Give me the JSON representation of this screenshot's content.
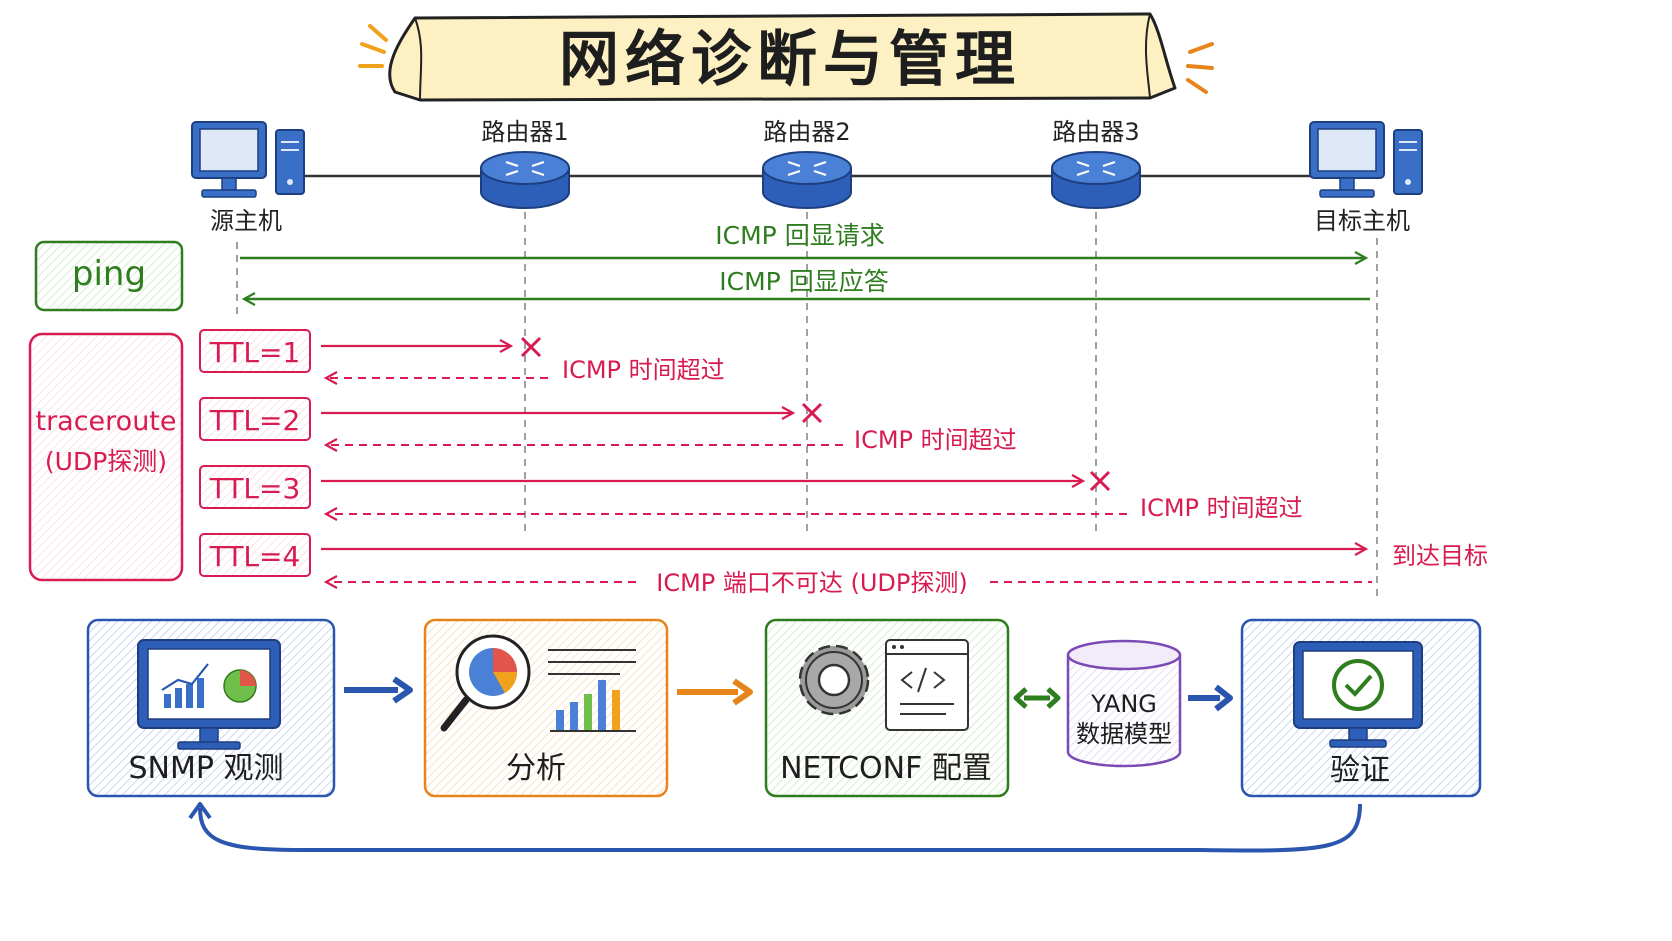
{
  "title": "网络诊断与管理",
  "hosts": {
    "source": "源主机",
    "target": "目标主机"
  },
  "routers": [
    "路由器1",
    "路由器2",
    "路由器3"
  ],
  "ping": {
    "label": "ping",
    "request": "ICMP 回显请求",
    "reply": "ICMP 回显应答"
  },
  "traceroute": {
    "label": "traceroute",
    "sublabel": "(UDP探测)",
    "probes": [
      {
        "ttl": "TTL=1",
        "reply": "ICMP 时间超过"
      },
      {
        "ttl": "TTL=2",
        "reply": "ICMP 时间超过"
      },
      {
        "ttl": "TTL=3",
        "reply": "ICMP 时间超过"
      },
      {
        "ttl": "TTL=4",
        "reply": "ICMP 端口不可达 (UDP探测)",
        "arrive": "到达目标"
      }
    ]
  },
  "workflow": {
    "snmp": "SNMP 观测",
    "analysis": "分析",
    "netconf": "NETCONF 配置",
    "yang_line1": "YANG",
    "yang_line2": "数据模型",
    "verify": "验证"
  },
  "colors": {
    "green": "#2e7d1e",
    "red": "#d81b50",
    "blue": "#2a56b0",
    "orange": "#e8841c",
    "purple": "#7b4ab5",
    "title_bg": "#fdf1c4"
  }
}
